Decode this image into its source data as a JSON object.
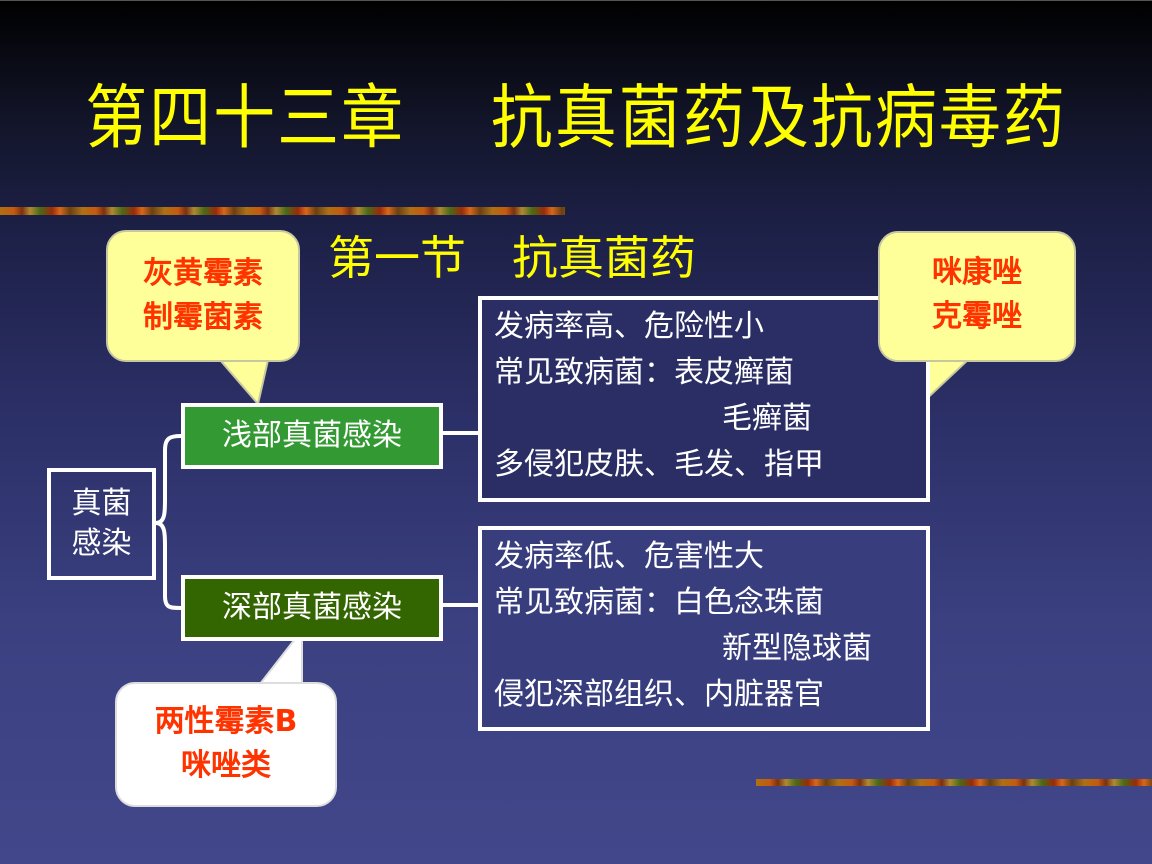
{
  "slide": {
    "title": "第四十三章　 抗真菌药及抗病毒药",
    "subtitle": "第一节　抗真菌药"
  },
  "diagram": {
    "root": {
      "line1": "真菌",
      "line2": "感染"
    },
    "branches": [
      {
        "label": "浅部真菌感染",
        "color": "#339933",
        "details": [
          "发病率高、危险性小",
          "常见致病菌：表皮癣菌",
          "毛癣菌",
          "多侵犯皮肤、毛发、指甲"
        ]
      },
      {
        "label": "深部真菌感染",
        "color": "#336600",
        "details": [
          "发病率低、危害性大",
          "常见致病菌：白色念珠菌",
          "新型隐球菌",
          "侵犯深部组织、内脏器官"
        ]
      }
    ]
  },
  "callouts": [
    {
      "line1": "灰黄霉素",
      "line2": "制霉菌素",
      "background": "#ffff99",
      "text_color": "#ff3300"
    },
    {
      "line1": "咪康唑",
      "line2": "克霉唑",
      "background": "#ffff99",
      "text_color": "#ff3300"
    },
    {
      "line1": "两性霉素B",
      "line2": "咪唑类",
      "background": "#ffffff",
      "text_color": "#ff3300"
    }
  ],
  "colors": {
    "title": "#ffff00",
    "background_top": "#000000",
    "background_bottom": "#41478a",
    "box_border": "#ffffff"
  }
}
